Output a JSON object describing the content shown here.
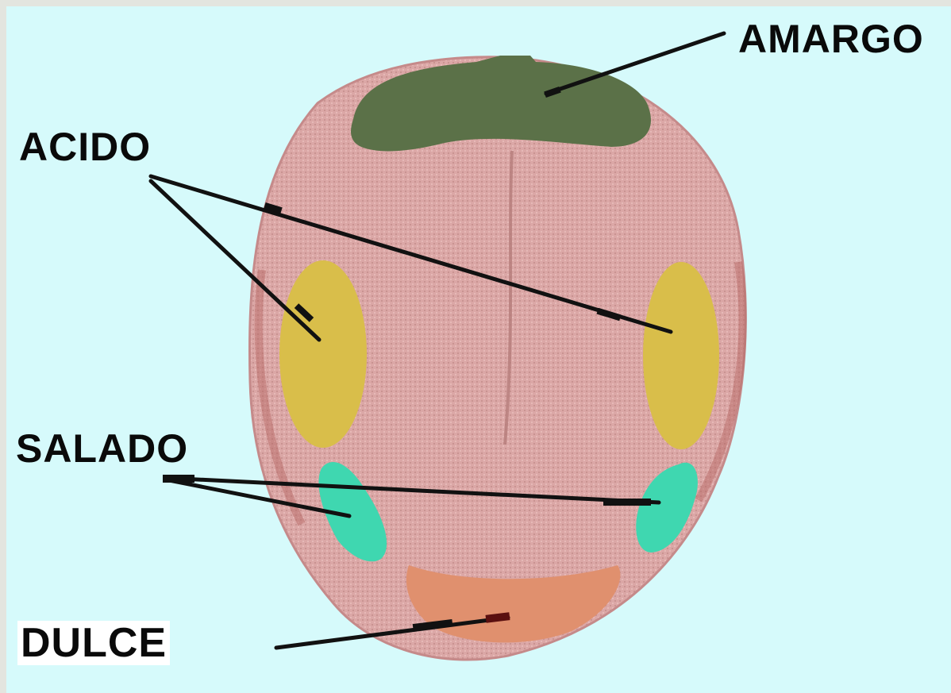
{
  "labels": {
    "bitter": "AMARGO",
    "sour": "ACIDO",
    "salty": "SALADO",
    "sweet": "DULCE"
  },
  "colors": {
    "background": "#d6fafb",
    "tongue": "#d9a3a3",
    "tongue_texture": "#c98f8f",
    "bitter_zone": "#5b7148",
    "sour_zone": "#d9be4a",
    "salty_zone": "#3fd7b0",
    "sweet_zone": "#e0906e",
    "leader_line": "#111111"
  }
}
